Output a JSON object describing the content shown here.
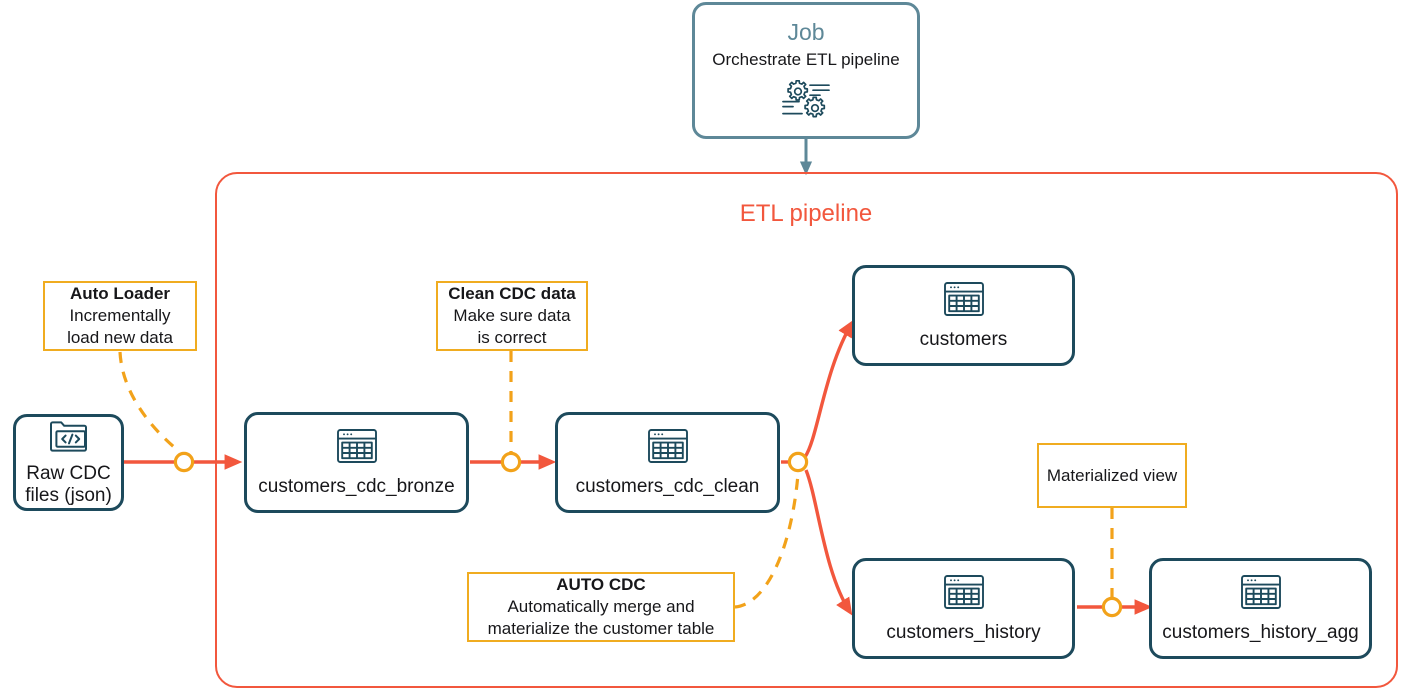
{
  "diagram": {
    "title": "ETL pipeline",
    "title_color": "#f2573d",
    "colors": {
      "node_border": "#1d4a5c",
      "job_border": "#5e8898",
      "job_title": "#5e8898",
      "pipeline_border": "#f2573d",
      "flow_arrow": "#f2573d",
      "note_border": "#f0ac20",
      "connector": "#f2a21a",
      "job_arrow": "#5e8898",
      "text": "#17171a",
      "background": "#ffffff"
    }
  },
  "job": {
    "title": "Job",
    "subtitle": "Orchestrate ETL pipeline",
    "icon": "gears-icon"
  },
  "nodes": [
    {
      "id": "raw-cdc-files",
      "label": "Raw CDC\nfiles (json)",
      "icon": "folder-code-icon"
    },
    {
      "id": "customers-cdc-bronze",
      "label": "customers_cdc_bronze",
      "icon": "table-icon"
    },
    {
      "id": "customers-cdc-clean",
      "label": "customers_cdc_clean",
      "icon": "table-icon"
    },
    {
      "id": "customers",
      "label": "customers",
      "icon": "table-icon"
    },
    {
      "id": "customers-history",
      "label": "customers_history",
      "icon": "table-icon"
    },
    {
      "id": "customers-history-agg",
      "label": "customers_history_agg",
      "icon": "table-icon"
    }
  ],
  "notes": [
    {
      "id": "auto-loader",
      "title": "Auto Loader",
      "body": "Incrementally\nload new data"
    },
    {
      "id": "clean-cdc-data",
      "title": "Clean CDC data",
      "body": "Make sure data\nis correct"
    },
    {
      "id": "auto-cdc",
      "title": "AUTO CDC",
      "body": "Automatically merge and\nmaterialize the customer table"
    },
    {
      "id": "materialized-view",
      "title": "",
      "body": "Materialized view"
    }
  ],
  "edges": [
    {
      "from": "job",
      "to": "pipeline",
      "style": "solid",
      "color": "#5e8898"
    },
    {
      "from": "raw-cdc-files",
      "to": "customers-cdc-bronze",
      "style": "solid",
      "color": "#f2573d"
    },
    {
      "from": "customers-cdc-bronze",
      "to": "customers-cdc-clean",
      "style": "solid",
      "color": "#f2573d"
    },
    {
      "from": "customers-cdc-clean",
      "to": "customers",
      "style": "solid",
      "color": "#f2573d"
    },
    {
      "from": "customers-cdc-clean",
      "to": "customers-history",
      "style": "solid",
      "color": "#f2573d"
    },
    {
      "from": "customers-history",
      "to": "customers-history-agg",
      "style": "solid",
      "color": "#f2573d"
    },
    {
      "from": "auto-loader",
      "to": "connector-1",
      "style": "dashed",
      "color": "#f2a21a"
    },
    {
      "from": "clean-cdc-data",
      "to": "connector-2",
      "style": "dashed",
      "color": "#f2a21a"
    },
    {
      "from": "auto-cdc",
      "to": "connector-3",
      "style": "dashed",
      "color": "#f2a21a"
    },
    {
      "from": "materialized-view",
      "to": "connector-4",
      "style": "dashed",
      "color": "#f2a21a"
    }
  ]
}
